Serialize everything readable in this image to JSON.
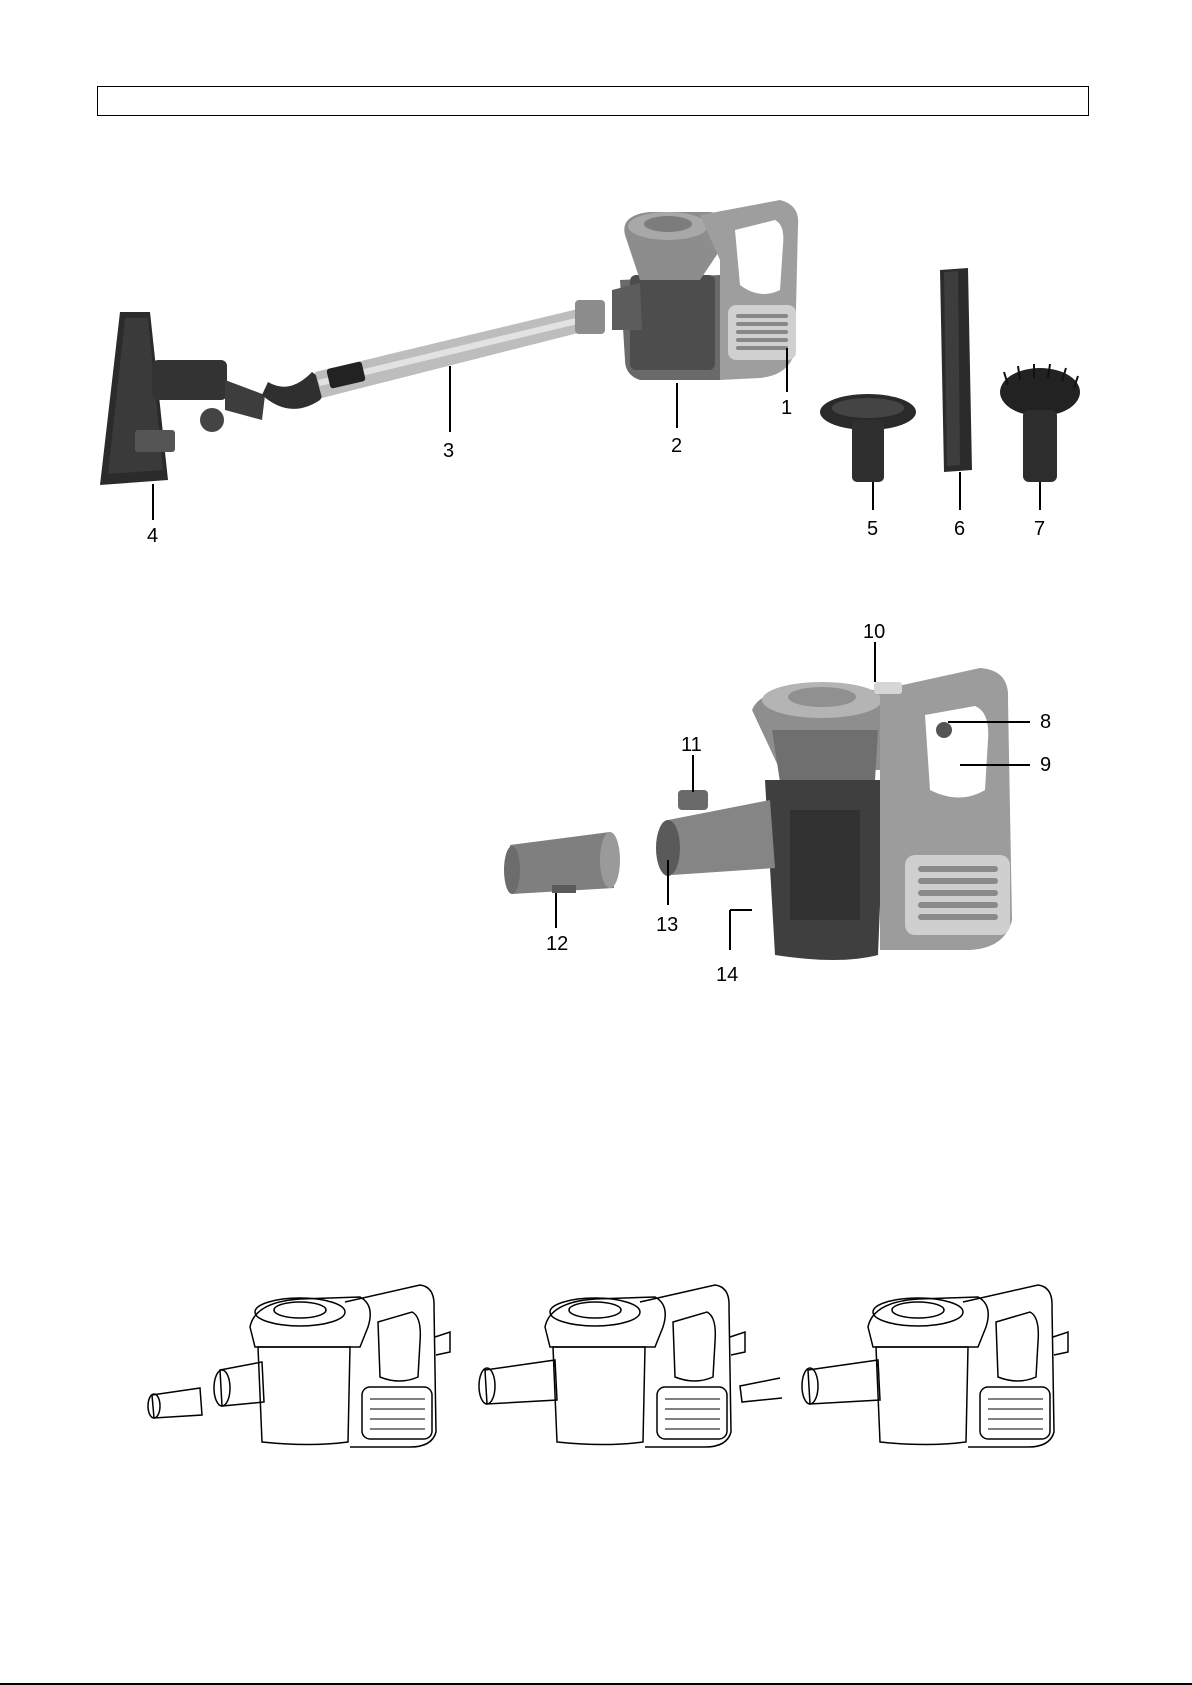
{
  "header": {
    "text": ""
  },
  "callouts": {
    "c1": "1",
    "c2": "2",
    "c3": "3",
    "c4": "4",
    "c5": "5",
    "c6": "6",
    "c7": "7",
    "c8": "8",
    "c9": "9",
    "c10": "10",
    "c11": "11",
    "c12": "12",
    "c13": "13",
    "c14": "14"
  },
  "colors": {
    "body_dark": "#5a5a5a",
    "body_mid": "#8a8a8a",
    "body_light": "#c8c8c8",
    "tube": "#b8b8b8",
    "accessory": "#2a2a2a"
  }
}
